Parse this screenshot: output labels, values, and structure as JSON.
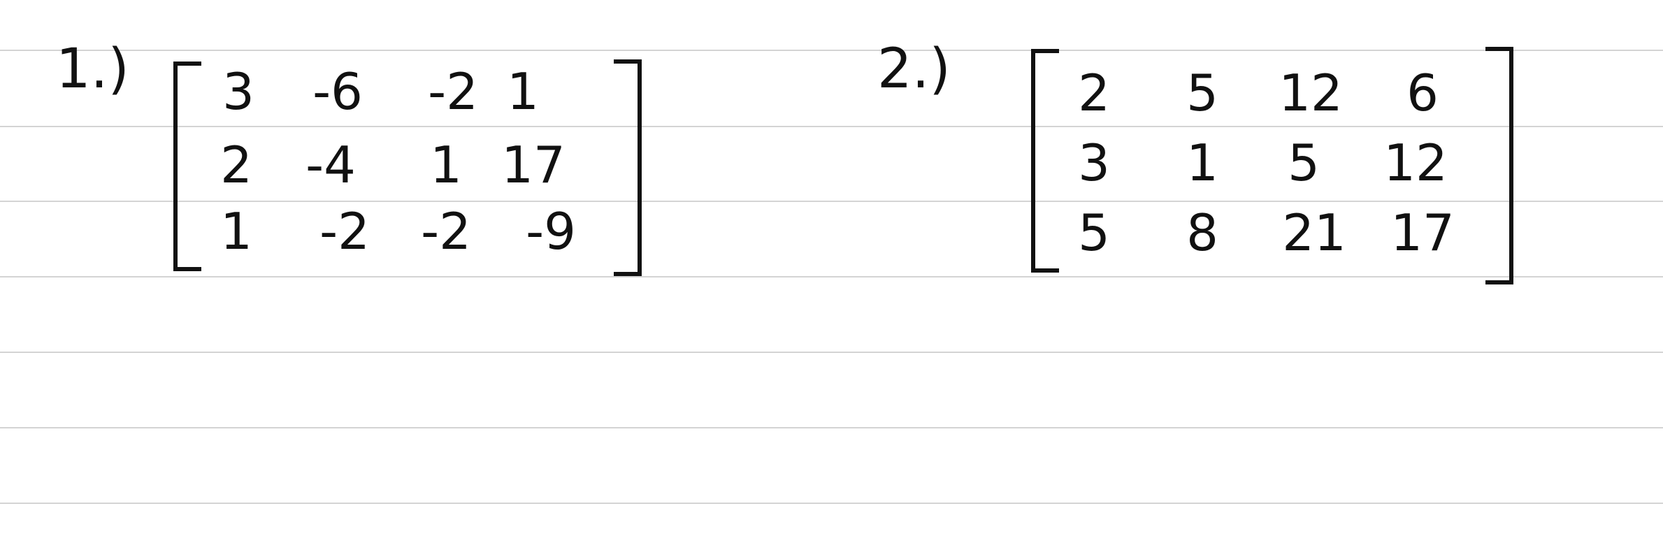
{
  "problems": [
    {
      "label": "1.)",
      "rows": [
        [
          "3",
          "-6",
          "-2",
          "1"
        ],
        [
          "2",
          "-4",
          "1",
          "17"
        ],
        [
          "1",
          "-2",
          "-2",
          "-9"
        ]
      ]
    },
    {
      "label": "2.)",
      "rows": [
        [
          "2",
          "5",
          "12",
          "6"
        ],
        [
          "3",
          "1",
          "5",
          "12"
        ],
        [
          "5",
          "8",
          "21",
          "17"
        ]
      ]
    }
  ]
}
